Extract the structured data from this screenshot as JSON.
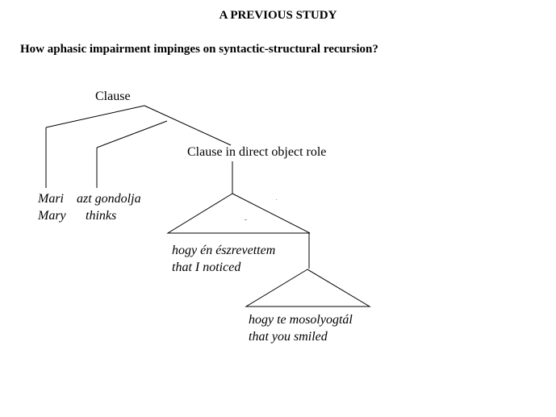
{
  "slide": {
    "title": "A PREVIOUS STUDY",
    "subtitle": "How aphasic impairment impinges on syntactic-structural recursion?"
  },
  "tree": {
    "root_label": "Clause",
    "object_clause_label": "Clause in direct object role",
    "leaves": {
      "subject": {
        "hungarian": "Mari",
        "english": "Mary"
      },
      "verb": {
        "hungarian": "azt gondolja",
        "english": "thinks"
      },
      "clause1": {
        "hungarian": "hogy én észrevettem",
        "english": "that I noticed"
      },
      "clause2": {
        "hungarian": "hogy te mosolyogtál",
        "english": "that you smiled"
      }
    }
  }
}
